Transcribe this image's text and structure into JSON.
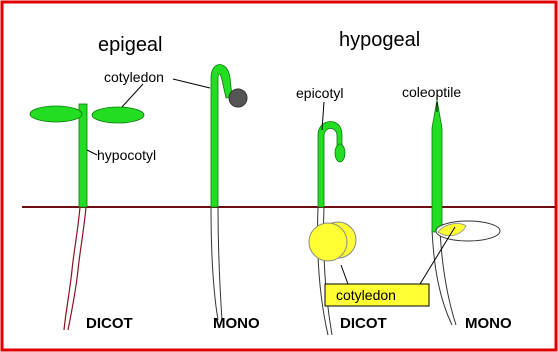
{
  "headings": {
    "epigeal": "epigeal",
    "hypogeal": "hypogeal"
  },
  "labels": {
    "cotyledon_top": "cotyledon",
    "hypocotyl": "hypocotyl",
    "epicotyl": "epicotyl",
    "coleoptile": "coleoptile",
    "cotyledon_box": "cotyledon"
  },
  "seedling_types": [
    "DICOT",
    "MONO",
    "DICOT",
    "MONO"
  ],
  "colors": {
    "frame": "#e00000",
    "shoot": "#22dd22",
    "shoot_outline": "#0a7a0a",
    "soil_line": "#6e0e14",
    "root_outline": "#8a1020",
    "cotyledon_yellow": "#ffff33",
    "seed_coat": "#555555"
  }
}
